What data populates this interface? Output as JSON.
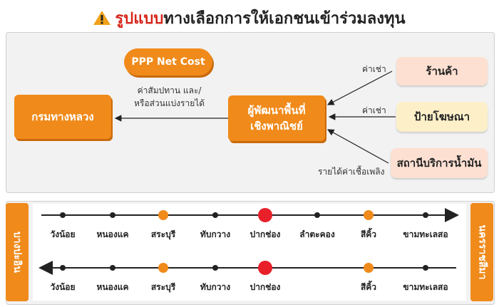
{
  "title": {
    "highlight": "รูปแบบ",
    "rest": "ทางเลือกการให้เอกชนเข้าร่วมลงทุน"
  },
  "diagram": {
    "ppp_badge": "PPP Net Cost",
    "department": "กรมทางหลวง",
    "developer_line1": "ผู้พัฒนาพื้นที่",
    "developer_line2": "เชิงพาณิชย์",
    "concession_line1": "ค่าสัมปทาน และ/",
    "concession_line2": "หรือส่วนแบ่งรายได้",
    "shop": "ร้านค้า",
    "billboard": "ป้ายโฆษณา",
    "gas_station": "สถานีบริการน้ำมัน",
    "rent1": "ค่าเช่า",
    "rent2": "ค่าเช่า",
    "fuel_income": "รายได้ค่าเชื้อเพลิง"
  },
  "route": {
    "left_end": "บางปะอิน",
    "right_end": "นครราชสีมา",
    "outbound": [
      "วังน้อย",
      "หนองแค",
      "สระบุรี",
      "ทับกวาง",
      "ปากช่อง",
      "ลำตะคอง",
      "สีคิ้ว",
      "ขามทะเลสอ"
    ],
    "inbound": [
      "วังน้อย",
      "หนองแค",
      "สระบุรี",
      "ทับกวาง",
      "ปากช่อง",
      "สีคิ้ว",
      "ขามทะเลสอ"
    ]
  },
  "colors": {
    "orange": "#f08a1a",
    "red": "#e8202a",
    "title_red": "#d7261b",
    "shop_bg": "#fde0d2",
    "billboard_bg": "#fdf0c9",
    "gas_bg": "#fde0d2"
  }
}
